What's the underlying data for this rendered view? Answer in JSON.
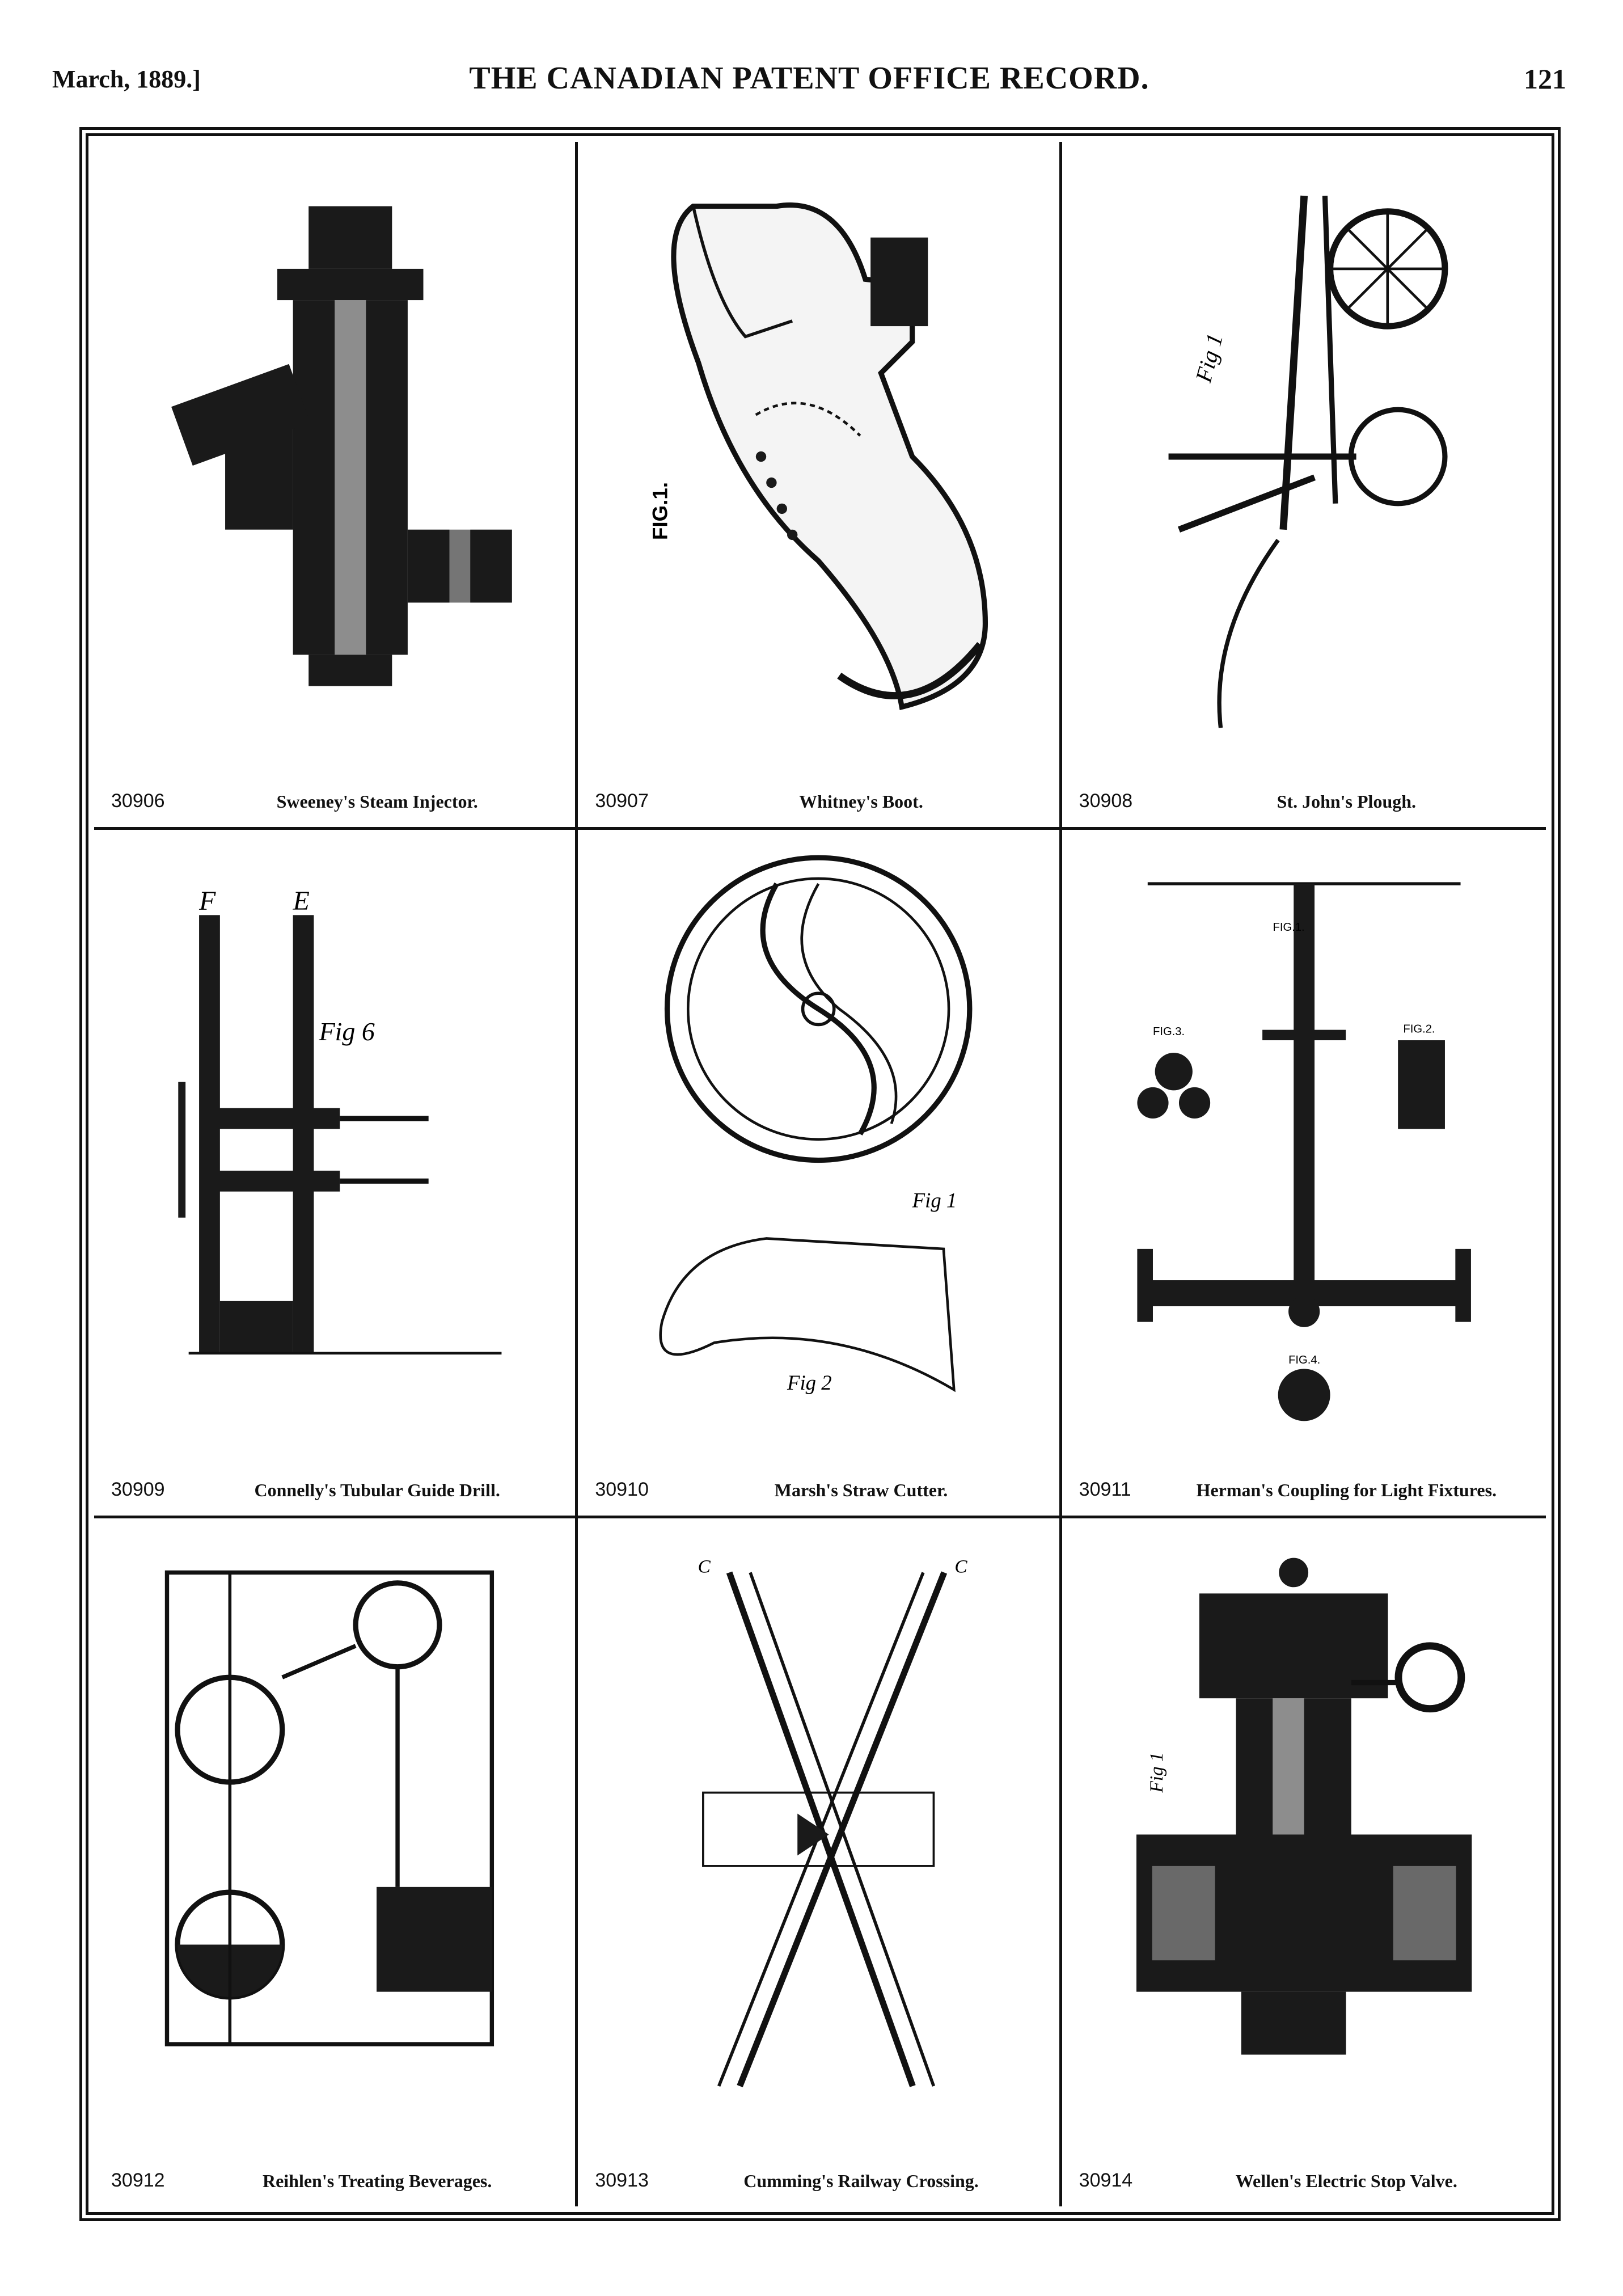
{
  "header": {
    "date": "March, 1889.]",
    "title": "THE CANADIAN PATENT OFFICE RECORD.",
    "page": "121"
  },
  "patents": [
    {
      "number": "30906",
      "title": "Sweeney's Steam Injector."
    },
    {
      "number": "30907",
      "title": "Whitney's Boot."
    },
    {
      "number": "30908",
      "title": "St. John's Plough."
    },
    {
      "number": "30909",
      "title": "Connelly's Tubular Guide Drill."
    },
    {
      "number": "30910",
      "title": "Marsh's Straw Cutter."
    },
    {
      "number": "30911",
      "title": "Herman's Coupling for Light Fixtures."
    },
    {
      "number": "30912",
      "title": "Reihlen's Treating Beverages."
    },
    {
      "number": "30913",
      "title": "Cumming's Railway Crossing."
    },
    {
      "number": "30914",
      "title": "Wellen's Electric Stop Valve."
    }
  ],
  "figure_labels": {
    "boot": "FIG.1.",
    "plough": "Fig 1",
    "drill": "Fig 6",
    "cutter_1": "Fig 1",
    "cutter_2": "Fig 2",
    "coupling_1": "FIG.1.",
    "coupling_2": "FIG.2.",
    "coupling_3": "FIG.3.",
    "coupling_4": "FIG.4.",
    "valve": "Fig 1"
  }
}
